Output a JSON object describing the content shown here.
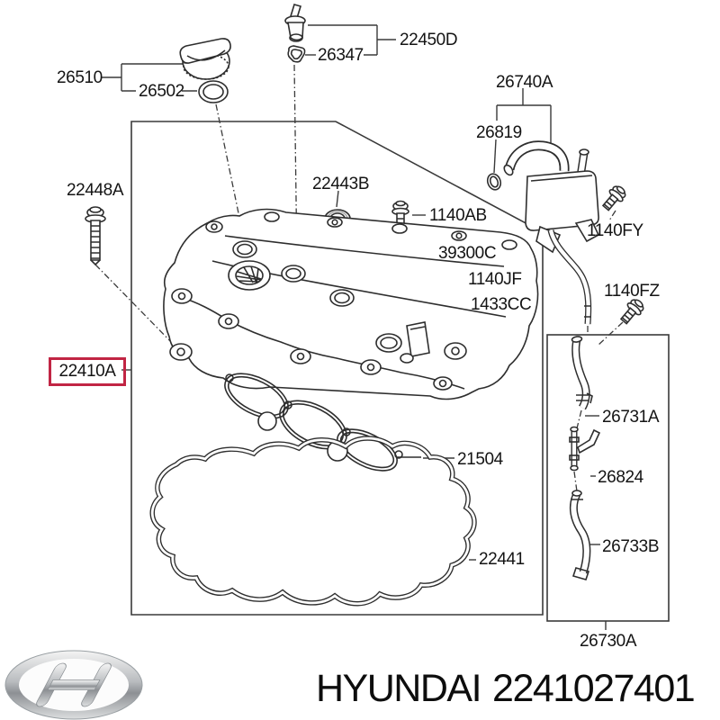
{
  "diagram": {
    "description": "Hyundai valve cover exploded parts diagram",
    "highlighted_part": "22410A",
    "highlight_color": "#c12544",
    "line_color": "#3a3a3a",
    "labels": [
      {
        "id": "26510",
        "text": "26510"
      },
      {
        "id": "26502",
        "text": "26502"
      },
      {
        "id": "26347",
        "text": "26347"
      },
      {
        "id": "22450D",
        "text": "22450D"
      },
      {
        "id": "26740A",
        "text": "26740A"
      },
      {
        "id": "26819",
        "text": "26819"
      },
      {
        "id": "1140FY",
        "text": "1140FY"
      },
      {
        "id": "22448A",
        "text": "22448A"
      },
      {
        "id": "22443B",
        "text": "22443B"
      },
      {
        "id": "1140AB",
        "text": "1140AB"
      },
      {
        "id": "39300C",
        "text": "39300C"
      },
      {
        "id": "1140JF",
        "text": "1140JF"
      },
      {
        "id": "1433CC",
        "text": "1433CC"
      },
      {
        "id": "1140FZ",
        "text": "1140FZ"
      },
      {
        "id": "22410A",
        "text": "22410A"
      },
      {
        "id": "21504",
        "text": "21504"
      },
      {
        "id": "22441",
        "text": "22441"
      },
      {
        "id": "26731A",
        "text": "26731A"
      },
      {
        "id": "26824",
        "text": "26824"
      },
      {
        "id": "26733B",
        "text": "26733B"
      },
      {
        "id": "26730A",
        "text": "26730A"
      }
    ]
  },
  "footer": {
    "brand": "HYUNDAI",
    "part_number": "2241027401",
    "logo": "hyundai-logo"
  }
}
